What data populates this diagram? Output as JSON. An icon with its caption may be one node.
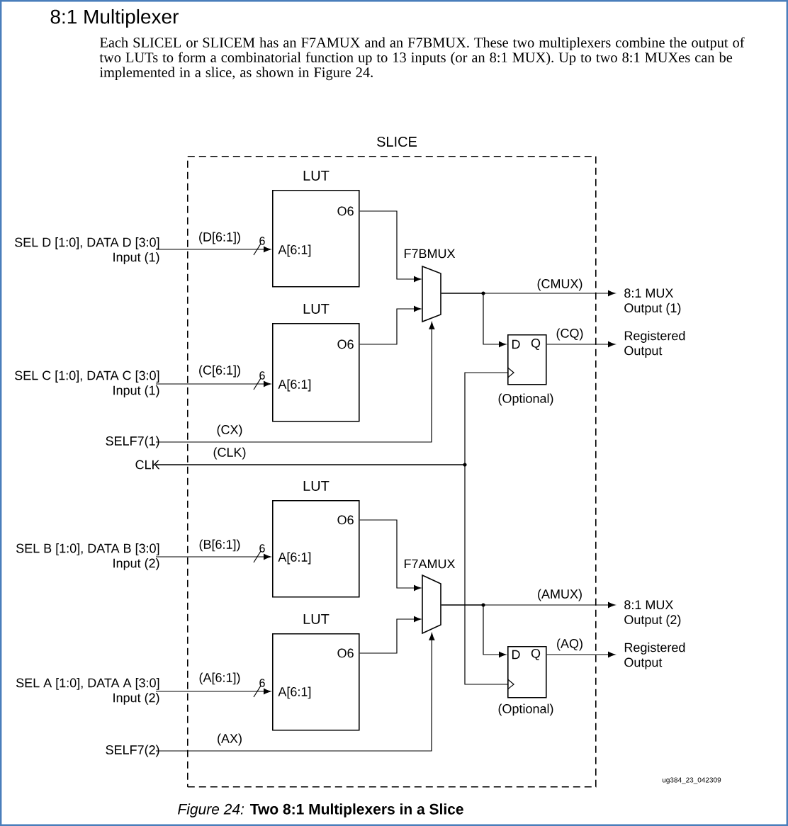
{
  "diagram": {
    "title": "8:1 Multiplexer",
    "caption": "*Figure 24:* **Two 8:1 Multiplexers in a Slice**",
    "nodes": [
      {
        "text": [
          "SLICE"
        ]
      },
      {
        "text": [
          "LUT",
          "O6",
          "A[6:1]"
        ],
        "in": 0
      },
      {
        "text": [
          "LUT",
          "O6",
          "A[6:1]"
        ],
        "in": 0
      },
      {
        "text": [
          "F7BMUX"
        ],
        "in": 0
      },
      {
        "text": [
          "D",
          "Q"
        ],
        "beside": [
          "(Optional)"
        ],
        "in": 0
      },
      {
        "text": [
          "LUT",
          "O6",
          "A[6:1]"
        ],
        "in": 0
      },
      {
        "text": [
          "LUT",
          "O6",
          "A[6:1]"
        ],
        "in": 0
      },
      {
        "text": [
          "F7AMUX"
        ],
        "in": 0
      },
      {
        "text": [
          "D",
          "Q"
        ],
        "beside": [
          "(Optional)"
        ],
        "in": 0
      },
      {
        "text": [
          "SEL D [1:0], DATA D [3:0] Input (1)"
        ]
      },
      {
        "text": [
          "SEL C [1:0], DATA C [3:0] Input (1)"
        ]
      },
      {
        "text": [
          "SELF7(1)"
        ]
      },
      {
        "text": [
          "CLK"
        ]
      },
      {
        "text": [
          "SEL B [1:0], DATA B [3:0] Input (2)"
        ]
      },
      {
        "text": [
          "SEL A [1:0], DATA A [3:0] Input (2)"
        ]
      },
      {
        "text": [
          "SELF7(2)"
        ]
      },
      {
        "text": [
          "8:1 MUX Output (1)"
        ]
      },
      {
        "text": [
          "Registered Output"
        ]
      },
      {
        "text": [
          "8:1 MUX Output (2)"
        ]
      },
      {
        "text": [
          "Registered Output"
        ]
      }
    ],
    "edges": [
      {
        "from": 9,
        "to": 1,
        "arrow": "to",
        "label": "(D[6:1])"
      },
      {
        "from": 10,
        "to": 2,
        "arrow": "to",
        "label": "(C[6:1])"
      },
      {
        "from": 1,
        "to": 3,
        "arrow": "to"
      },
      {
        "from": 2,
        "to": 3,
        "arrow": "to"
      },
      {
        "from": 11,
        "to": 3,
        "arrow": "to",
        "label": "(CX)"
      },
      {
        "from": 3,
        "to": 16,
        "arrow": "to",
        "label": "(CMUX)"
      },
      {
        "from": 3,
        "to": 4,
        "arrow": "to"
      },
      {
        "from": 4,
        "to": 17,
        "arrow": "to",
        "label": "(CQ)"
      },
      {
        "from": 12,
        "to": 4,
        "arrow": "to",
        "label": "(CLK)"
      },
      {
        "from": 12,
        "to": 8,
        "arrow": "to"
      },
      {
        "from": 13,
        "to": 5,
        "arrow": "to",
        "label": "(B[6:1])"
      },
      {
        "from": 14,
        "to": 6,
        "arrow": "to",
        "label": "(A[6:1])"
      },
      {
        "from": 5,
        "to": 7,
        "arrow": "to"
      },
      {
        "from": 6,
        "to": 7,
        "arrow": "to"
      },
      {
        "from": 15,
        "to": 7,
        "arrow": "to",
        "label": "(AX)"
      },
      {
        "from": 7,
        "to": 18,
        "arrow": "to",
        "label": "(AMUX)"
      },
      {
        "from": 7,
        "to": 8,
        "arrow": "to"
      },
      {
        "from": 8,
        "to": 19,
        "arrow": "to",
        "label": "(AQ)"
      }
    ],
    "labels": [
      "Each SLICEL or SLICEM has an F7AMUX and an F7BMUX. These two multiplexers combine the output of two LUTs to form a combinatorial function up to 13 inputs (or an 8:1 MUX). Up to two 8:1 MUXes can be implemented in a slice, as shown in Figure 24.",
      "6",
      "6",
      "6",
      "6",
      "ug384_23_042309"
    ]
  }
}
